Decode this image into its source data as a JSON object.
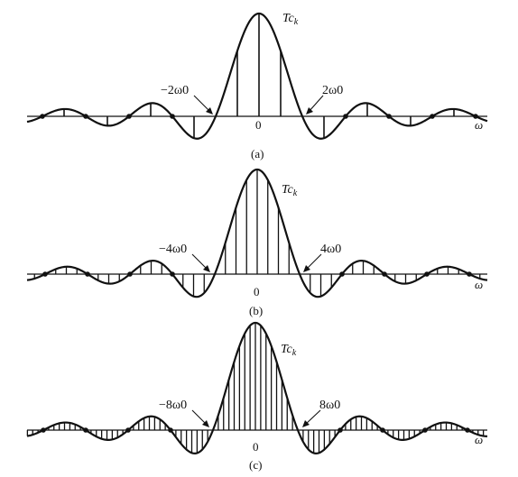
{
  "axis_label": "ω",
  "zero_label": "0",
  "panels": [
    {
      "id": "a",
      "caption": "(a)",
      "envelope_label": "Tc_k",
      "left_marker": "−2ω0",
      "right_marker": "2ω0",
      "samples_per_lobe": 2,
      "first_zero_multiple": 2
    },
    {
      "id": "b",
      "caption": "(b)",
      "envelope_label": "Tc_k",
      "left_marker": "−4ω0",
      "right_marker": "4ω0",
      "samples_per_lobe": 4,
      "first_zero_multiple": 4
    },
    {
      "id": "c",
      "caption": "(c)",
      "envelope_label": "Tc_k",
      "left_marker": "−8ω0",
      "right_marker": "8ω0",
      "samples_per_lobe": 8,
      "first_zero_multiple": 8
    }
  ]
}
